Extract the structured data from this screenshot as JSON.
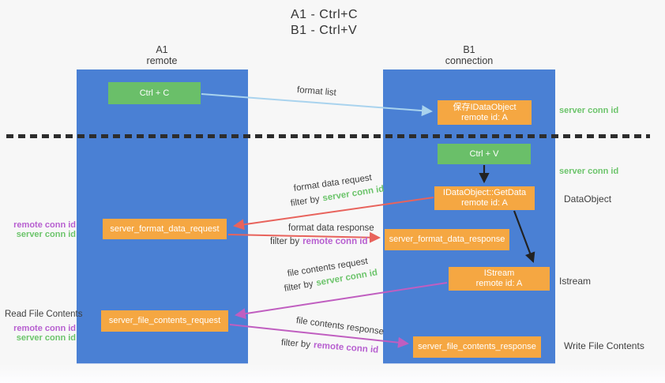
{
  "title": {
    "line1": "A1 - Ctrl+C",
    "line2": "B1 - Ctrl+V"
  },
  "columns": {
    "a1": {
      "name": "A1",
      "subtitle": "remote"
    },
    "b1": {
      "name": "B1",
      "subtitle": "connection"
    }
  },
  "nodes": {
    "ctrl_c": "Ctrl + C",
    "ctrl_v": "Ctrl + V",
    "save_idataobject": {
      "line1": "保存IDataObject",
      "line2": "remote id: A"
    },
    "getdata": {
      "line1": "IDataObject::GetData",
      "line2": "remote id: A"
    },
    "istream": {
      "line1": "IStream",
      "line2": "remote id: A"
    },
    "format_request": "server_format_data_request",
    "format_response": "server_format_data_response",
    "file_request": "server_file_contents_request",
    "file_response": "server_file_contents_response"
  },
  "labels": {
    "format_list": "format list",
    "format_data_request": "format data request",
    "format_data_response": "format data response",
    "file_contents_request": "file contents request",
    "file_contents_response": "file contents response",
    "filter_by": "filter by",
    "server_conn_id": "server conn id",
    "remote_conn_id": "remote conn id",
    "dataobject": "DataObject",
    "istream": "Istream",
    "read_file_contents": "Read File Contents",
    "write_file_contents": "Write File Contents"
  },
  "colors": {
    "column_blue": "#4a80d4",
    "node_green": "#6abf69",
    "node_orange": "#f5a742",
    "arrow_lightblue": "#a9d3ee",
    "arrow_red": "#e8635c",
    "arrow_magenta": "#c05ec0",
    "arrow_black": "#222222",
    "text_green": "#6cc46b",
    "text_purple": "#b75fd0"
  }
}
